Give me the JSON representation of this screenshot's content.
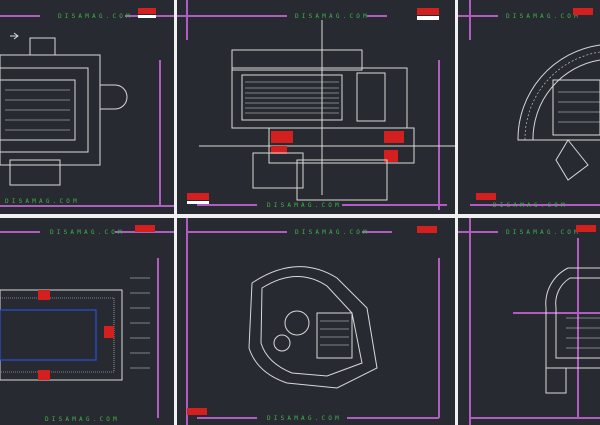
{
  "panels": [
    {
      "id": "floor-plan-1",
      "watermark": "DISAMAG.COM"
    },
    {
      "id": "floor-plan-2",
      "watermark": "DISAMAG.COM",
      "watermark_bottom": "DISAMAG.COM"
    },
    {
      "id": "floor-plan-3",
      "watermark": "DISAMAG.COM"
    },
    {
      "id": "floor-plan-4",
      "watermark": "DISAMAG.COM",
      "watermark_bottom": "DISAMAG.COM"
    },
    {
      "id": "floor-plan-5",
      "watermark": "DISAMAG.COM",
      "watermark_bottom": "DISAMAG.COM"
    },
    {
      "id": "floor-plan-6",
      "watermark": "DISAMAG.COM"
    }
  ],
  "logo": "disamag",
  "colors": {
    "background": "#272b31",
    "frame": "#b05cc0",
    "watermark": "#3fb54a",
    "lines": "#d8d8d8",
    "accent": "#d41f1f"
  }
}
